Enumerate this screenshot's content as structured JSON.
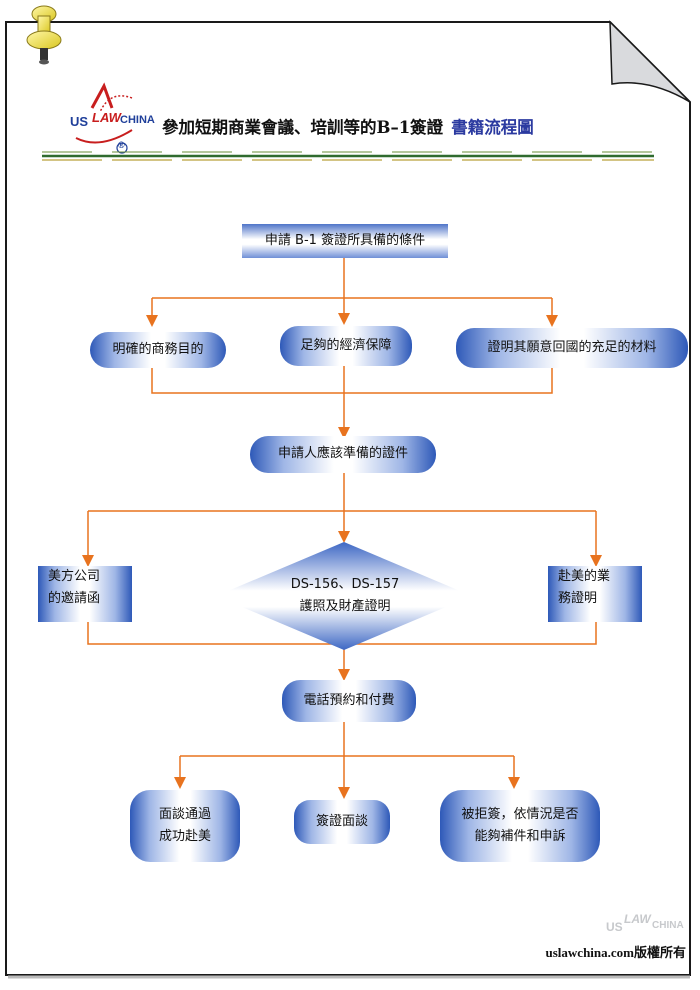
{
  "header": {
    "logo": {
      "text_us": "US",
      "text_law": "LAW",
      "text_china": "CHINA",
      "mark": "®"
    },
    "title": "參加短期商業會議、培訓等的B–1簽證",
    "title_accent": "書籍流程圖"
  },
  "flowchart": {
    "top": "申請 B-1 簽證所具備的條件",
    "conditions": [
      "明確的商務目的",
      "足夠的經濟保障",
      "證明其願意回國的充足的材料"
    ],
    "documents_header": "申請人應該準備的證件",
    "left_doc": [
      "美方公司",
      "的邀請函"
    ],
    "center_doc": [
      "DS-156、DS-157",
      "護照及財產證明"
    ],
    "right_doc": [
      "赴美的業",
      "務證明"
    ],
    "appointment": "電話預約和付費",
    "outcomes": {
      "pass": [
        "面談通過",
        "成功赴美"
      ],
      "interview": "簽證面談",
      "refused": [
        "被拒簽，依情況是否",
        "能夠補件和申訴"
      ]
    }
  },
  "watermark": {
    "text_us": "US",
    "text_law": "LAW",
    "text_china": "CHINA"
  },
  "footer": "uslawchina.com版權所有",
  "colors": {
    "arrow": "#e8731f",
    "box_blue": "#2e59b8",
    "header_stripe": "#2f6b2f",
    "title_accent": "#2b3aa0",
    "pin": "#f2e45c"
  },
  "icons": [
    "pushpin-icon",
    "folded-corner-icon",
    "uslawchina-logo"
  ]
}
